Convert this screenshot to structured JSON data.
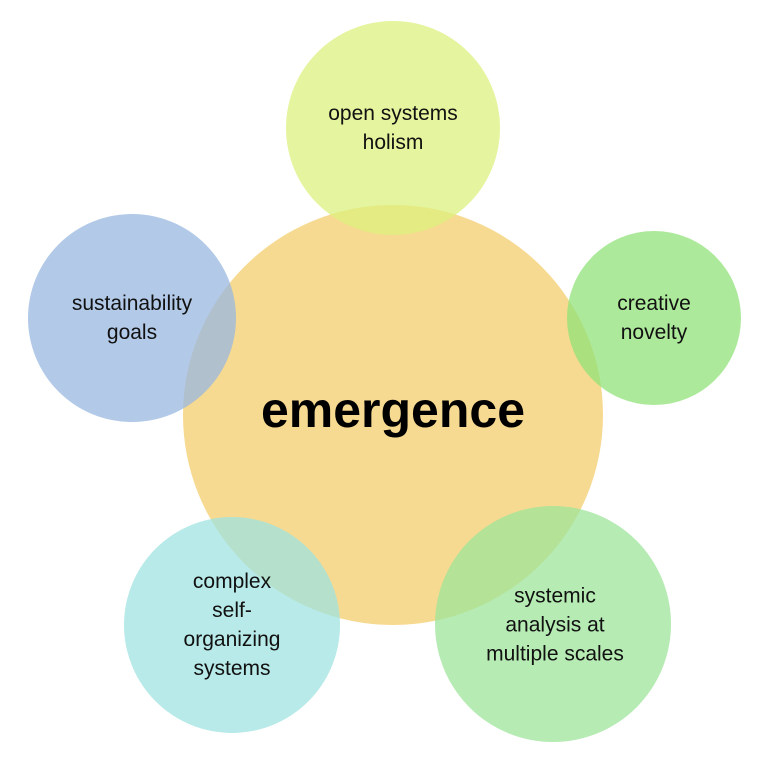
{
  "center": {
    "label": "emergence",
    "color": "#f6d37e"
  },
  "satellites": [
    {
      "id": "top",
      "lines": [
        "open systems",
        "holism"
      ],
      "color": "#dcf07e"
    },
    {
      "id": "right",
      "lines": [
        "creative",
        "novelty"
      ],
      "color": "#92e27a"
    },
    {
      "id": "bottom-right",
      "lines": [
        "systemic",
        "analysis at",
        "multiple scales"
      ],
      "color": "#9de49a"
    },
    {
      "id": "bottom-left",
      "lines": [
        "complex",
        "self-",
        "organizing",
        "systems"
      ],
      "color": "#9fe3e0"
    },
    {
      "id": "left",
      "lines": [
        "sustainability",
        "goals"
      ],
      "color": "#98b7e0"
    }
  ]
}
